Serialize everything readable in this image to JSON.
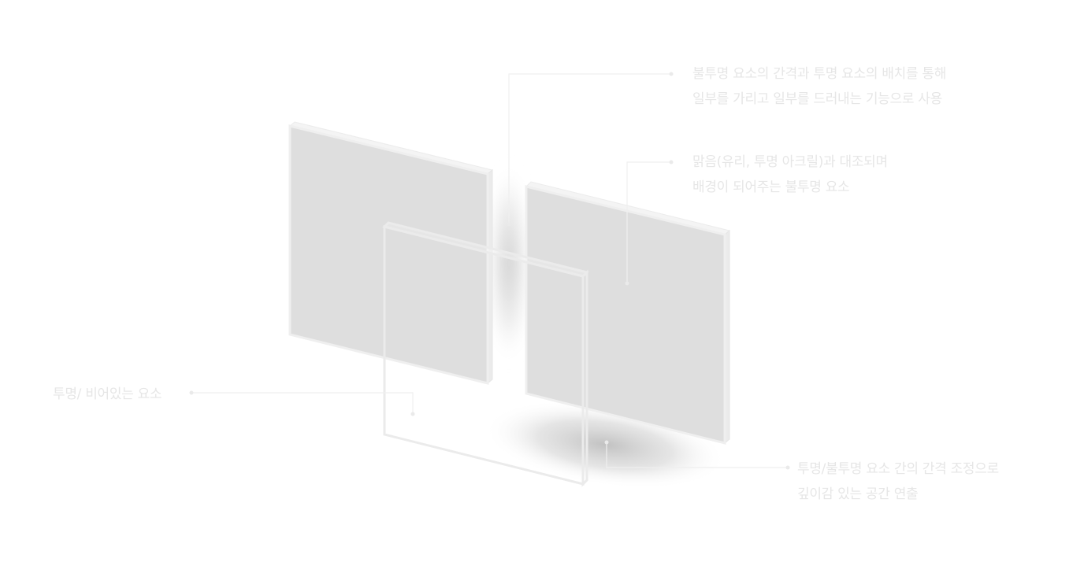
{
  "annotations": {
    "top": {
      "line1": "불투명 요소의 간격과 투명 요소의 배치를 통해",
      "line2": "일부를 가리고 일부를 드러내는 기능으로 사용"
    },
    "mid": {
      "line1": "맑음(유리, 투명 아크릴)과 대조되며",
      "line2": "배경이 되어주는 불투명 요소"
    },
    "left": {
      "line1": "투명/ 비어있는 요소"
    },
    "bottom": {
      "line1": "투명/불투명 요소 간의 간격 조정으로",
      "line2": "깊이감 있는 공간 연출"
    }
  },
  "colors": {
    "panel_face": "#dedede",
    "panel_edge": "#f3f3f3",
    "panel_outline": "#ededed",
    "leader_line": "#eeeeee",
    "label_text": "#e6e6e6",
    "shadow": "#9a9a9a"
  }
}
